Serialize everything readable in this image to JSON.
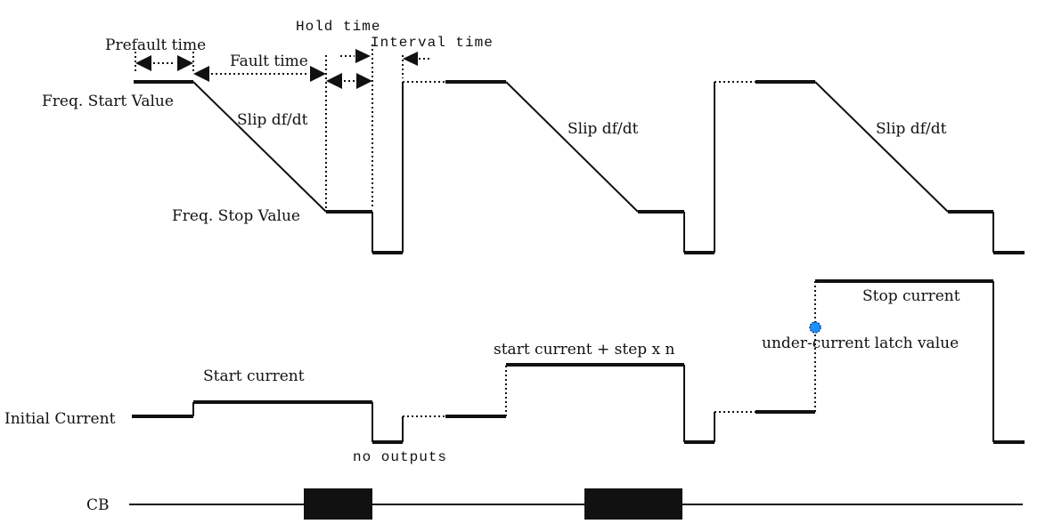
{
  "labels": {
    "prefault_time": "Prefault time",
    "fault_time": "Fault time",
    "hold_time": "Hold time",
    "interval_time": "Interval time",
    "freq_start_value": "Freq. Start Value",
    "freq_stop_value": "Freq. Stop Value",
    "slip_1": "Slip df/dt",
    "slip_2": "Slip df/dt",
    "slip_3": "Slip df/dt",
    "stop_current": "Stop current",
    "under_current_latch": "under-current latch value",
    "start_current_step": "start current + step x n",
    "start_current": "Start current",
    "initial_current": "Initial Current",
    "no_outputs": "no outputs",
    "cb": "CB"
  },
  "colors": {
    "line": "#111111",
    "latch_marker": "#1e90ff"
  },
  "icons": {
    "latch_marker": "latch-point-icon"
  }
}
